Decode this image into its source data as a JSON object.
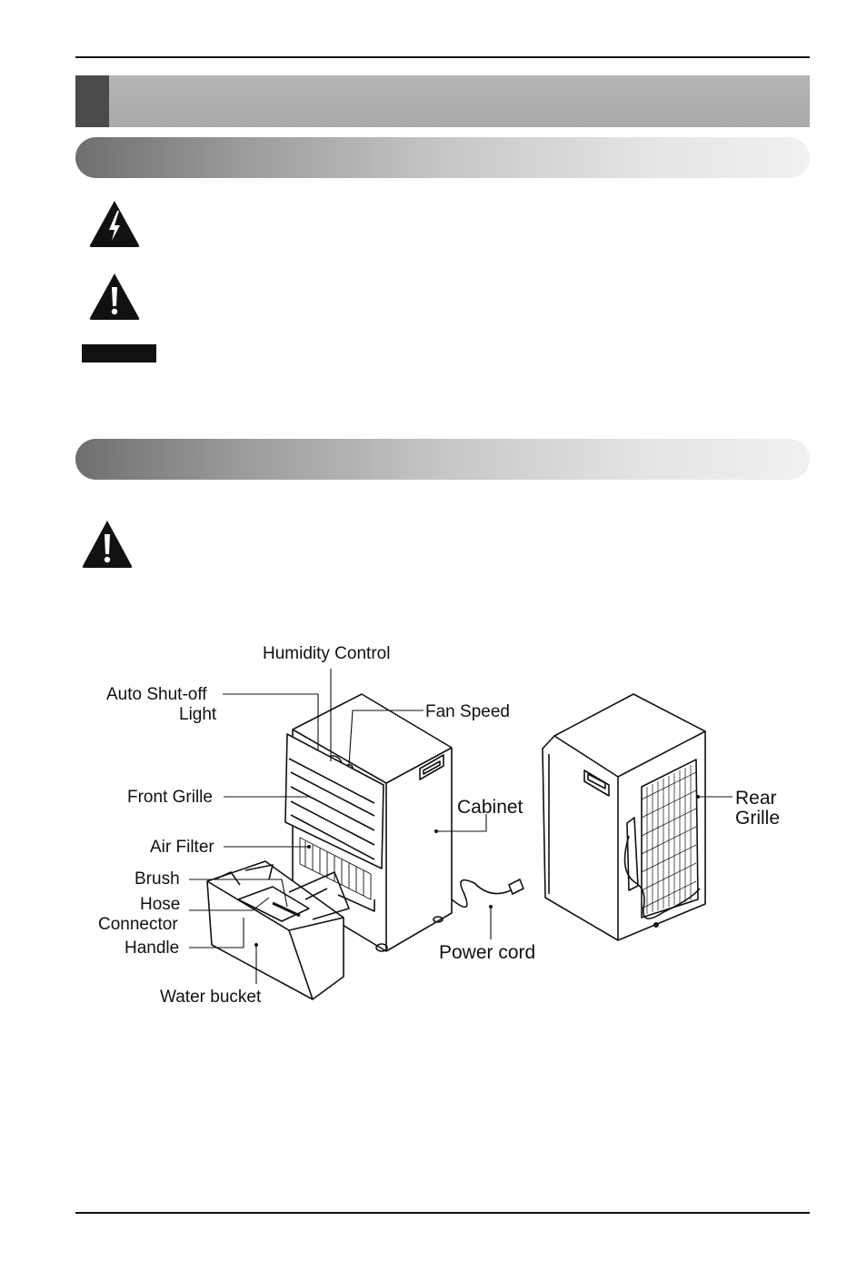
{
  "icons": {
    "electric": "high-voltage-warning-icon",
    "caution1": "exclamation-warning-icon",
    "caution2": "exclamation-warning-icon"
  },
  "colors": {
    "header_block": "#4a4a4a",
    "header_bar": "#aeaeae"
  },
  "diagram": {
    "labels": {
      "humidity_control": "Humidity Control",
      "auto_shutoff_1": "Auto Shut-off",
      "auto_shutoff_2": "Light",
      "fan_speed": "Fan Speed",
      "front_grille": "Front Grille",
      "cabinet": "Cabinet",
      "air_filter": "Air Filter",
      "brush": "Brush",
      "hose_1": "Hose",
      "hose_2": "Connector",
      "handle": "Handle",
      "power_cord": "Power cord",
      "water_bucket": "Water bucket",
      "rear_1": "Rear",
      "rear_2": "Grille"
    }
  }
}
